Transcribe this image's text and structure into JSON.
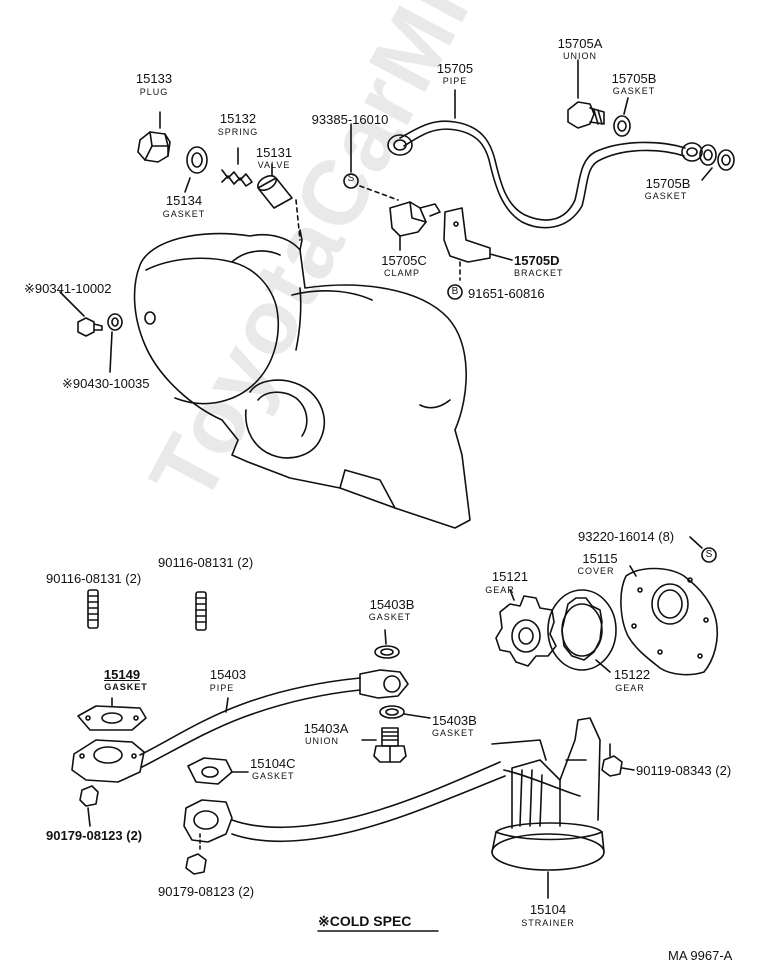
{
  "watermark": "ToyotaCarMirror.ru",
  "parts": {
    "p15133": {
      "num": "15133",
      "name": "PLUG"
    },
    "p15132": {
      "num": "15132",
      "name": "SPRING"
    },
    "p15131": {
      "num": "15131",
      "name": "VALVE"
    },
    "p15134": {
      "num": "15134",
      "name": "GASKET"
    },
    "p93385": {
      "num": "93385-16010"
    },
    "p15705": {
      "num": "15705",
      "name": "PIPE"
    },
    "p15705A": {
      "num": "15705A",
      "name": "UNION"
    },
    "p15705B_top": {
      "num": "15705B",
      "name": "GASKET"
    },
    "p15705B_right": {
      "num": "15705B",
      "name": "GASKET"
    },
    "p15705C": {
      "num": "15705C",
      "name": "CLAMP"
    },
    "p15705D": {
      "num": "15705D",
      "name": "BRACKET"
    },
    "p91651": {
      "num": "91651-60816"
    },
    "p90341": {
      "num": "※90341-10002"
    },
    "p90430": {
      "num": "※90430-10035"
    },
    "p90116_left": {
      "num": "90116-08131 (2)"
    },
    "p90116_mid": {
      "num": "90116-08131 (2)"
    },
    "p15149": {
      "num": "15149",
      "name": "GASKET"
    },
    "p15403": {
      "num": "15403",
      "name": "PIPE"
    },
    "p15403B_top": {
      "num": "15403B",
      "name": "GASKET"
    },
    "p15403A": {
      "num": "15403A",
      "name": "UNION"
    },
    "p15403B_bot": {
      "num": "15403B",
      "name": "GASKET"
    },
    "p15104C": {
      "num": "15104C",
      "name": "GASKET"
    },
    "p90179_left": {
      "num": "90179-08123 (2)"
    },
    "p90179_bot": {
      "num": "90179-08123 (2)"
    },
    "p93220": {
      "num": "93220-16014 (8)"
    },
    "p15115": {
      "num": "15115",
      "name": "COVER"
    },
    "p15121": {
      "num": "15121",
      "name": "GEAR"
    },
    "p15122": {
      "num": "15122",
      "name": "GEAR"
    },
    "p90119": {
      "num": "90119-08343 (2)"
    },
    "p15104": {
      "num": "15104",
      "name": "STRAINER"
    }
  },
  "markers": {
    "s": "S",
    "b": "B"
  },
  "footer": {
    "cold_spec": "※COLD SPEC",
    "diagram_code": "MA 9967-A"
  }
}
